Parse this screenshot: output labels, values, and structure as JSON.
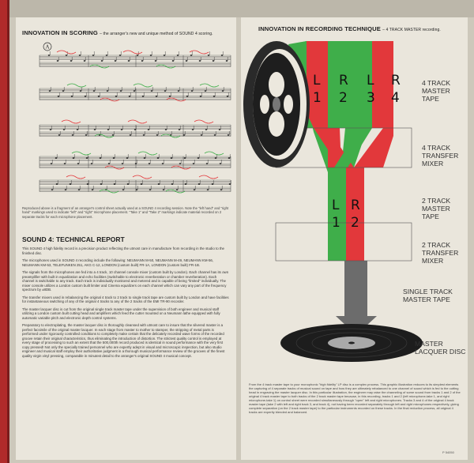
{
  "left": {
    "heading": "INNOVATION IN SCORING",
    "heading_sub": "– the arranger's new and unique method of SOUND 4 scoring.",
    "score_marker": "A",
    "caption": "Reproduced above is a fragment of an arranger's control sheet actually used at a SOUND 4 recording session. Note the \"left hand\" and \"right hand\" markings used to indicate \"left\" and \"right\" microphone placement. \"Take 1\" and \"Take 2\" markings indicate material recorded on 2 separate tracks for each microphone placement.",
    "report_title": "SOUND 4: TECHNICAL REPORT",
    "paragraphs": [
      "This SOUND 4 high fidelity record is a precision product reflecting the utmost care in manufacture from recording in the studio to the finished disc.",
      "The microphones used in SOUND 4 recording include the following: NEUMANN M-50, NEUMANN M-49, NEUMANN KM-56, NEUMANN KM-53, TELEFUNKEN 251, AKG C-12, LONDON (custom built) FR-1A, LONDON (custom built) FR-1B.",
      "The signals from the microphones are fed into a 4 track, 10 channel console mixer (custom built by London). Each channel has its own preamplifier with built in equalization and echo facilities (switchable to electronic reverberation or chamber reverberation). Each channel is switchable to any track. Each track is individually monitored and metered and is capable of being \"limited\" individually. The mixer console utilizes a London custom built limiter and Cinema equalizers on each channel which can vary any part of the frequency spectrum by ±8DB.",
      "The transfer mixers used in rebalancing the original 4 track to 2 track to single track tape are custom built by London and have facilities for instantaneous switching of any of the original 4 tracks to any of the 2 tracks of the EMI TR-90 recorder.",
      "The master lacquer disc is cut from the original single track master tape under the supervision of both engineer and musical staff utilizing a London custom built cutting head and amplifiers which feed the cutter mounted on a Neumann lathe equipped with fully automatic variable pitch and electronic depth control systems.",
      "Preparatory to electroplating, the master lacquer disc is thoroughly cleansed with utmost care to insure that the silvered master is a perfect facsimile of the original master lacquer. In each stage from master to mother to stamper, the stripping of metal parts is performed under rigorously controlled conditions to completely make certain that the delicately recorded wave forms of the recorded groove retain their original characteristics, thus eliminating the introduction of distortion. The strictest quality control is employed at every stage of processing to such an extent that the 500,000th record produced is identical in sound performance with the very first copy pressed! Not only the specially trained personnel who are expertly adept in visual and microscopic inspection, but also studio engineer and musical staff employ their authoritative judgment in a thorough musical performance review of the grooves of the finest quality virgin vinyl pressing, comparable in minutest detail to the arranger's original SOUND 4 musical concept."
    ]
  },
  "right": {
    "heading": "INNOVATION IN RECORDING TECHNIQUE",
    "heading_sub": "– 4 TRACK MASTER recording.",
    "tracks4": [
      {
        "letter": "L",
        "num": "1",
        "color": "#3fae4a"
      },
      {
        "letter": "R",
        "num": "2",
        "color": "#e2383b"
      },
      {
        "letter": "L",
        "num": "3",
        "color": "#3fae4a"
      },
      {
        "letter": "R",
        "num": "4",
        "color": "#e2383b"
      }
    ],
    "tracks2": [
      {
        "letter": "L",
        "num": "1"
      },
      {
        "letter": "R",
        "num": "2"
      }
    ],
    "labels": {
      "four_track_tape": "4 TRACK MASTER TAPE",
      "four_track_mixer": "4 TRACK TRANSFER MIXER",
      "two_track_tape": "2 TRACK MASTER TAPE",
      "two_track_mixer": "2 TRACK TRANSFER MIXER",
      "single_track": "SINGLE TRACK MASTER TAPE",
      "lacquer_disc": "MASTER LACQUER DISC"
    },
    "bottom_text": "From the 4 track master tape to your monophonic \"high fidelity\" LP disc is a complex process. This graphic illustration reduces to its simplest elements the capturing of 4 separate tracks of musical sound on tape and how they are ultimately rebalanced to one channel of sound which is fed to the cutting head in engraving the master lacquer disc. In this particular illustration, the engineer may raise the channeling of some sound from tracks 1 and 2 of the original 4 track master tape to both tracks of the 2 track master tape because, in this recording, tracks 1 and 2 (left microphone-take 1, and right microphone-take 1) on control sheet were recorded simultaneously through \"open\" left and right microphones. Tracks 3 and 4 of the original 4 track master tape (take 2 with left and right track 3, and track 4), not having been recorded separately through left and right microphones respectively, giving complete separation (on the 2 track master tape) to the particular instruments recorded on these tracks. In the final reduction process, all original 4 tracks are expertly blended and balanced.",
    "catalog": "P 54050"
  },
  "colors": {
    "green": "#3fae4a",
    "red": "#e2383b",
    "gray_arrow": "#6c6c6c",
    "grid": "#444444"
  }
}
